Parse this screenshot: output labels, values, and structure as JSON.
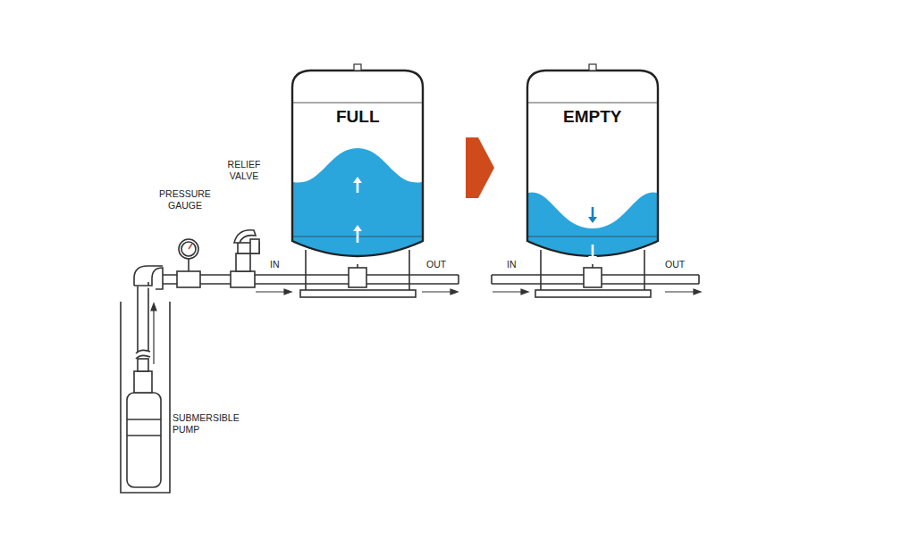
{
  "diagram": {
    "nodes": [
      {
        "text": [
          "FULL"
        ]
      },
      {
        "text": [
          "EMPTY"
        ]
      }
    ],
    "labels": [
      "PRESSURE GAUGE",
      "RELIEF VALVE",
      "IN",
      "OUT",
      "IN",
      "OUT",
      "SUBMERSIBLE PUMP"
    ]
  }
}
